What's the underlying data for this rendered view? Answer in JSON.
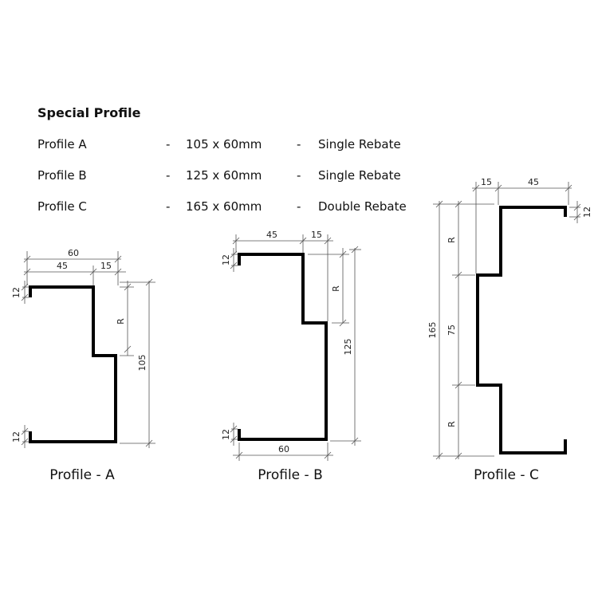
{
  "heading": "Special Profile",
  "profiles": [
    {
      "name": "Profile A",
      "dash1": "-",
      "size": "105 x 60mm",
      "dash2": "-",
      "rebate": "Single Rebate"
    },
    {
      "name": "Profile B",
      "dash1": "-",
      "size": "125 x 60mm",
      "dash2": "-",
      "rebate": "Single Rebate"
    },
    {
      "name": "Profile C",
      "dash1": "-",
      "size": "165 x 60mm",
      "dash2": "-",
      "rebate": "Double Rebate"
    }
  ],
  "diagram_a": {
    "caption": "Profile - A",
    "dims": {
      "overall_width": "60",
      "flange_width": "45",
      "rebate_width": "15",
      "lip_top": "12",
      "lip_bottom": "12",
      "rebate_depth": "R",
      "height": "105"
    }
  },
  "diagram_b": {
    "caption": "Profile - B",
    "dims": {
      "flange_width": "45",
      "rebate_width": "15",
      "lip_top": "12",
      "lip_bottom": "12",
      "rebate_depth": "R",
      "height": "125",
      "bottom_width": "60"
    }
  },
  "diagram_c": {
    "caption": "Profile - C",
    "dims": {
      "rebate_width": "15",
      "flange_width": "45",
      "lip": "12",
      "height": "165",
      "rebate_top": "R",
      "middle": "75",
      "rebate_bottom": "R"
    }
  }
}
